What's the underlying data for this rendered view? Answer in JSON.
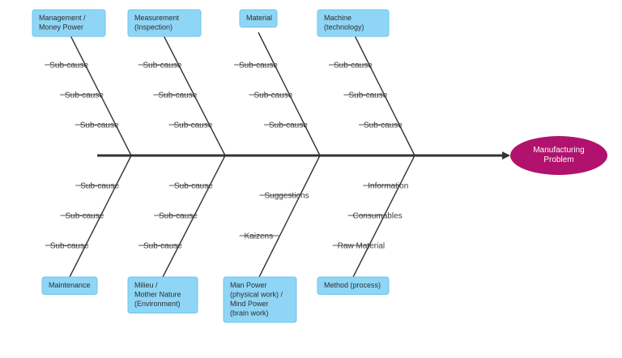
{
  "colors": {
    "category_fill": "#8fd6f6",
    "problem_fill": "#b0126d",
    "line": "#333333"
  },
  "problem": {
    "lines": [
      "Manufacturing",
      "Problem"
    ]
  },
  "categories": [
    {
      "lines": [
        "Management /",
        "Money Power"
      ],
      "causes": [
        "Sub-cause",
        "Sub-cause",
        "Sub-cause"
      ]
    },
    {
      "lines": [
        "Measurement",
        "(Inspection)"
      ],
      "causes": [
        "Sub-cause",
        "Sub-cause",
        "Sub-cause"
      ]
    },
    {
      "lines": [
        "Material"
      ],
      "causes": [
        "Sub-cause",
        "Sub-cause",
        "Sub-cause"
      ]
    },
    {
      "lines": [
        "Machine",
        "(technology)"
      ],
      "causes": [
        "Sub-cause",
        "Sub-cause",
        "Sub-cause"
      ]
    },
    {
      "lines": [
        "Maintenance"
      ],
      "causes": [
        "Sub-cause",
        "Sub-cause",
        "Sub-cause"
      ]
    },
    {
      "lines": [
        "Milieu /",
        "Mother Nature",
        "(Environment)"
      ],
      "causes": [
        "Sub-cause",
        "Sub-cause",
        "Sub-cause"
      ]
    },
    {
      "lines": [
        "Man Power",
        "(physical work) /",
        "Mind Power",
        "(brain work)"
      ],
      "causes": [
        "Suggestions",
        "Kaizens"
      ]
    },
    {
      "lines": [
        "Method (process)"
      ],
      "causes": [
        "Information",
        "Consumables",
        "Raw Material"
      ]
    }
  ]
}
